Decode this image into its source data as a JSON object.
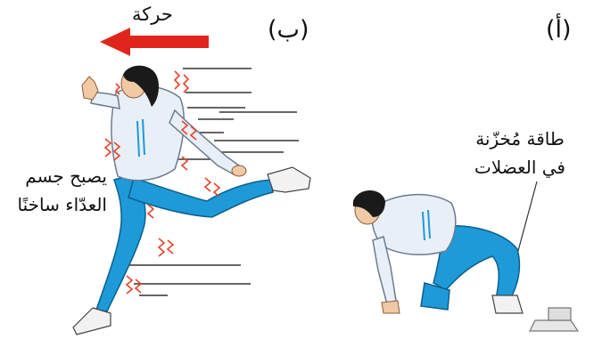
{
  "labels": {
    "panel_a": "(أ)",
    "panel_b": "(ب)",
    "motion": "حركة",
    "stored_energy_line1": "طاقة مُخزّنة",
    "stored_energy_line2": "في العضلات",
    "body_warm_line1": "يصبح جسم",
    "body_warm_line2": "العدّاء ساخنًا"
  },
  "colors": {
    "arrow": "#e0261c",
    "shirt": "#e9eff6",
    "pants": "#1e9ad8",
    "skin": "#f1c9a4",
    "hair": "#1a1a1a",
    "heat_squiggle": "#e8432a",
    "speed_lines": "#333333"
  }
}
